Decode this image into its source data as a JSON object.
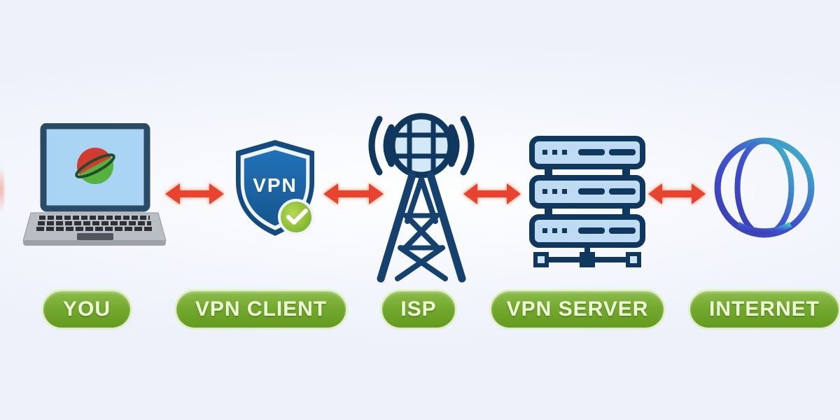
{
  "diagram": {
    "type": "flow-diagram",
    "topic": "How a VPN connection works",
    "nodes": [
      {
        "id": "you",
        "label": "YOU",
        "icon": "laptop-icon"
      },
      {
        "id": "vpn_client",
        "label": "VPN CLIENT",
        "icon": "vpn-shield-icon",
        "icon_text": "VPN"
      },
      {
        "id": "isp",
        "label": "ISP",
        "icon": "radio-tower-icon"
      },
      {
        "id": "vpn_server",
        "label": "VPN SERVER",
        "icon": "server-rack-icon"
      },
      {
        "id": "internet",
        "label": "INTERNET",
        "icon": "globe-icon"
      }
    ],
    "connections": [
      {
        "from": "you",
        "to": "vpn_client",
        "type": "bidirectional-arrow"
      },
      {
        "from": "vpn_client",
        "to": "isp",
        "type": "bidirectional-arrow"
      },
      {
        "from": "isp",
        "to": "vpn_server",
        "type": "bidirectional-arrow"
      },
      {
        "from": "vpn_server",
        "to": "internet",
        "type": "bidirectional-arrow"
      }
    ],
    "colors": {
      "background": "#edf1fa",
      "arrow_red": "#e8432e",
      "arrow_glow": "#ff7d46",
      "pill_green": "#6ca426",
      "pill_text": "#eff8d9",
      "icon_navy": "#10375e",
      "icon_blue_fill": "#bedbf3",
      "shield_blue": "#1c67ad",
      "badge_green": "#84b62e",
      "globe_gradient_start": "#3c3ab0",
      "globe_gradient_end": "#3fc4c6",
      "laptop_screen": "#a9d4f4",
      "laptop_body": "#b9bec3"
    }
  }
}
